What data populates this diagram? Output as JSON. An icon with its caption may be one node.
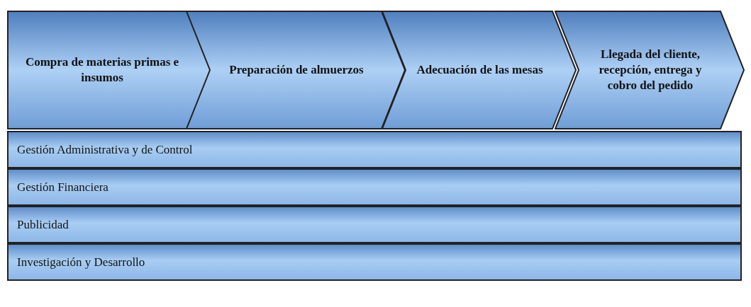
{
  "diagram": {
    "nodes": [
      {
        "text": [
          "Compra de materias primas e insumos"
        ]
      },
      {
        "text": [
          "Preparación de almuerzos"
        ]
      },
      {
        "text": [
          "Adecuación de las mesas"
        ]
      },
      {
        "text": [
          "Llegada del cliente, recepción, entrega y cobro del pedido"
        ]
      },
      {
        "text": [
          "Gestión Administrativa y de Control"
        ]
      },
      {
        "text": [
          "Gestión Financiera"
        ]
      },
      {
        "text": [
          "Publicidad"
        ]
      },
      {
        "text": [
          "Investigación y Desarrollo"
        ]
      }
    ]
  }
}
